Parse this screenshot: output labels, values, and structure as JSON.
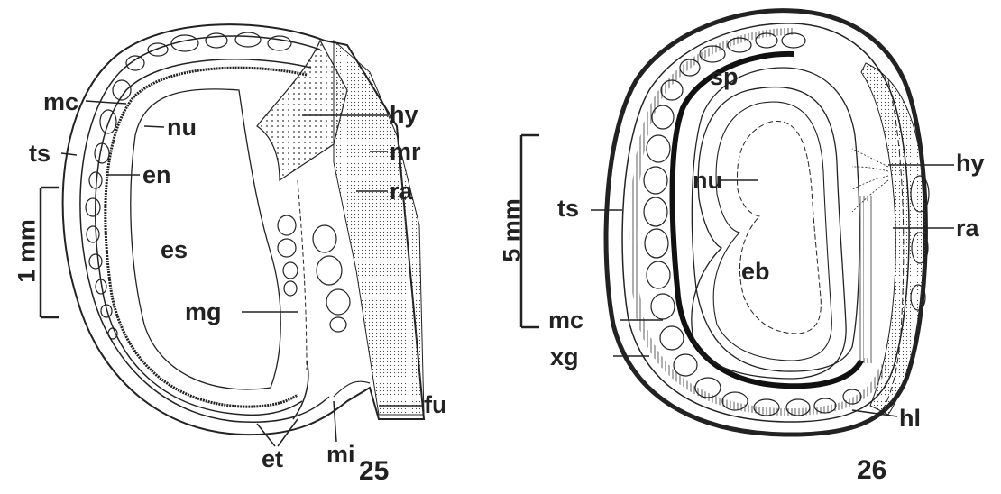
{
  "figure_25": {
    "number": "25",
    "scale_bar": "1 mm",
    "labels": {
      "mc": "mc",
      "ts": "ts",
      "nu": "nu",
      "en": "en",
      "es": "es",
      "mg": "mg",
      "hy": "hy",
      "mr": "mr",
      "ra": "ra",
      "fu": "fu",
      "mi": "mi",
      "et": "et"
    }
  },
  "figure_26": {
    "number": "26",
    "scale_bar": "5 mm",
    "labels": {
      "sp": "sp",
      "hy": "hy",
      "nu": "nu",
      "ts": "ts",
      "ra": "ra",
      "eb": "eb",
      "mc": "mc",
      "xg": "xg",
      "hl": "hl"
    }
  },
  "colors": {
    "ink": "#222222",
    "background": "#ffffff"
  }
}
